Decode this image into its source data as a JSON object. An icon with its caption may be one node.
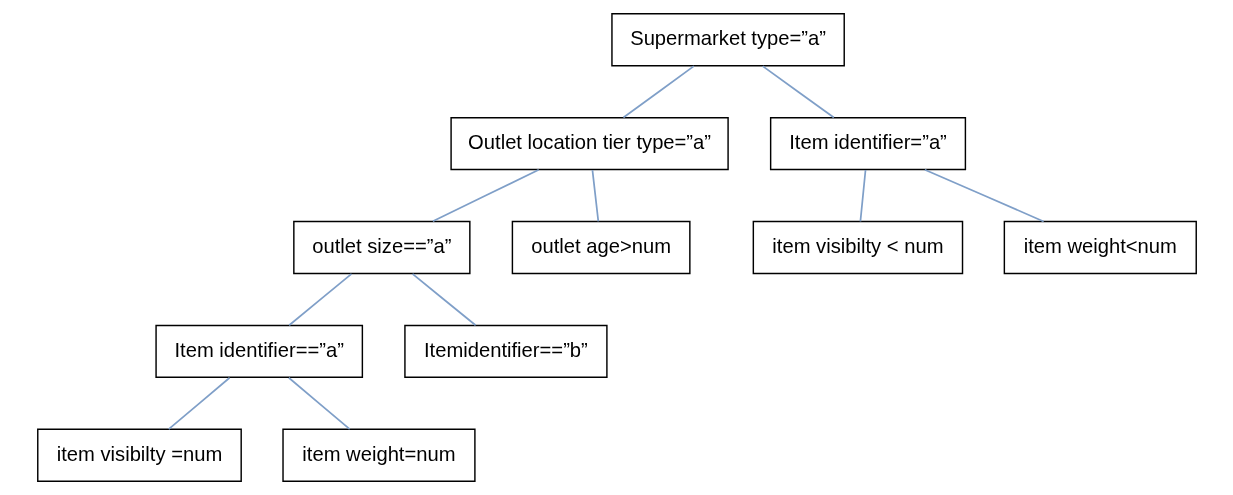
{
  "diagram": {
    "nodes": [
      {
        "text": [
          "Supermarket type=”a”"
        ]
      },
      {
        "text": [
          "Outlet location tier type=”a”"
        ]
      },
      {
        "text": [
          "Item identifier=”a”"
        ]
      },
      {
        "text": [
          "outlet size==”a”"
        ]
      },
      {
        "text": [
          "outlet age>num"
        ]
      },
      {
        "text": [
          "item visibilty < num"
        ]
      },
      {
        "text": [
          "item weight<num"
        ]
      },
      {
        "text": [
          "Item identifier==”a”"
        ]
      },
      {
        "text": [
          "Itemidentifier==”b”"
        ]
      },
      {
        "text": [
          "item visibilty =num"
        ]
      },
      {
        "text": [
          "item weight=num"
        ]
      }
    ],
    "edges": [
      {
        "from": 0,
        "to": 1,
        "arrow": "none"
      },
      {
        "from": 0,
        "to": 2,
        "arrow": "none"
      },
      {
        "from": 1,
        "to": 3,
        "arrow": "none"
      },
      {
        "from": 1,
        "to": 4,
        "arrow": "none"
      },
      {
        "from": 2,
        "to": 5,
        "arrow": "none"
      },
      {
        "from": 2,
        "to": 6,
        "arrow": "none"
      },
      {
        "from": 3,
        "to": 7,
        "arrow": "none"
      },
      {
        "from": 3,
        "to": 8,
        "arrow": "none"
      },
      {
        "from": 7,
        "to": 9,
        "arrow": "none"
      },
      {
        "from": 7,
        "to": 10,
        "arrow": "none"
      }
    ]
  }
}
